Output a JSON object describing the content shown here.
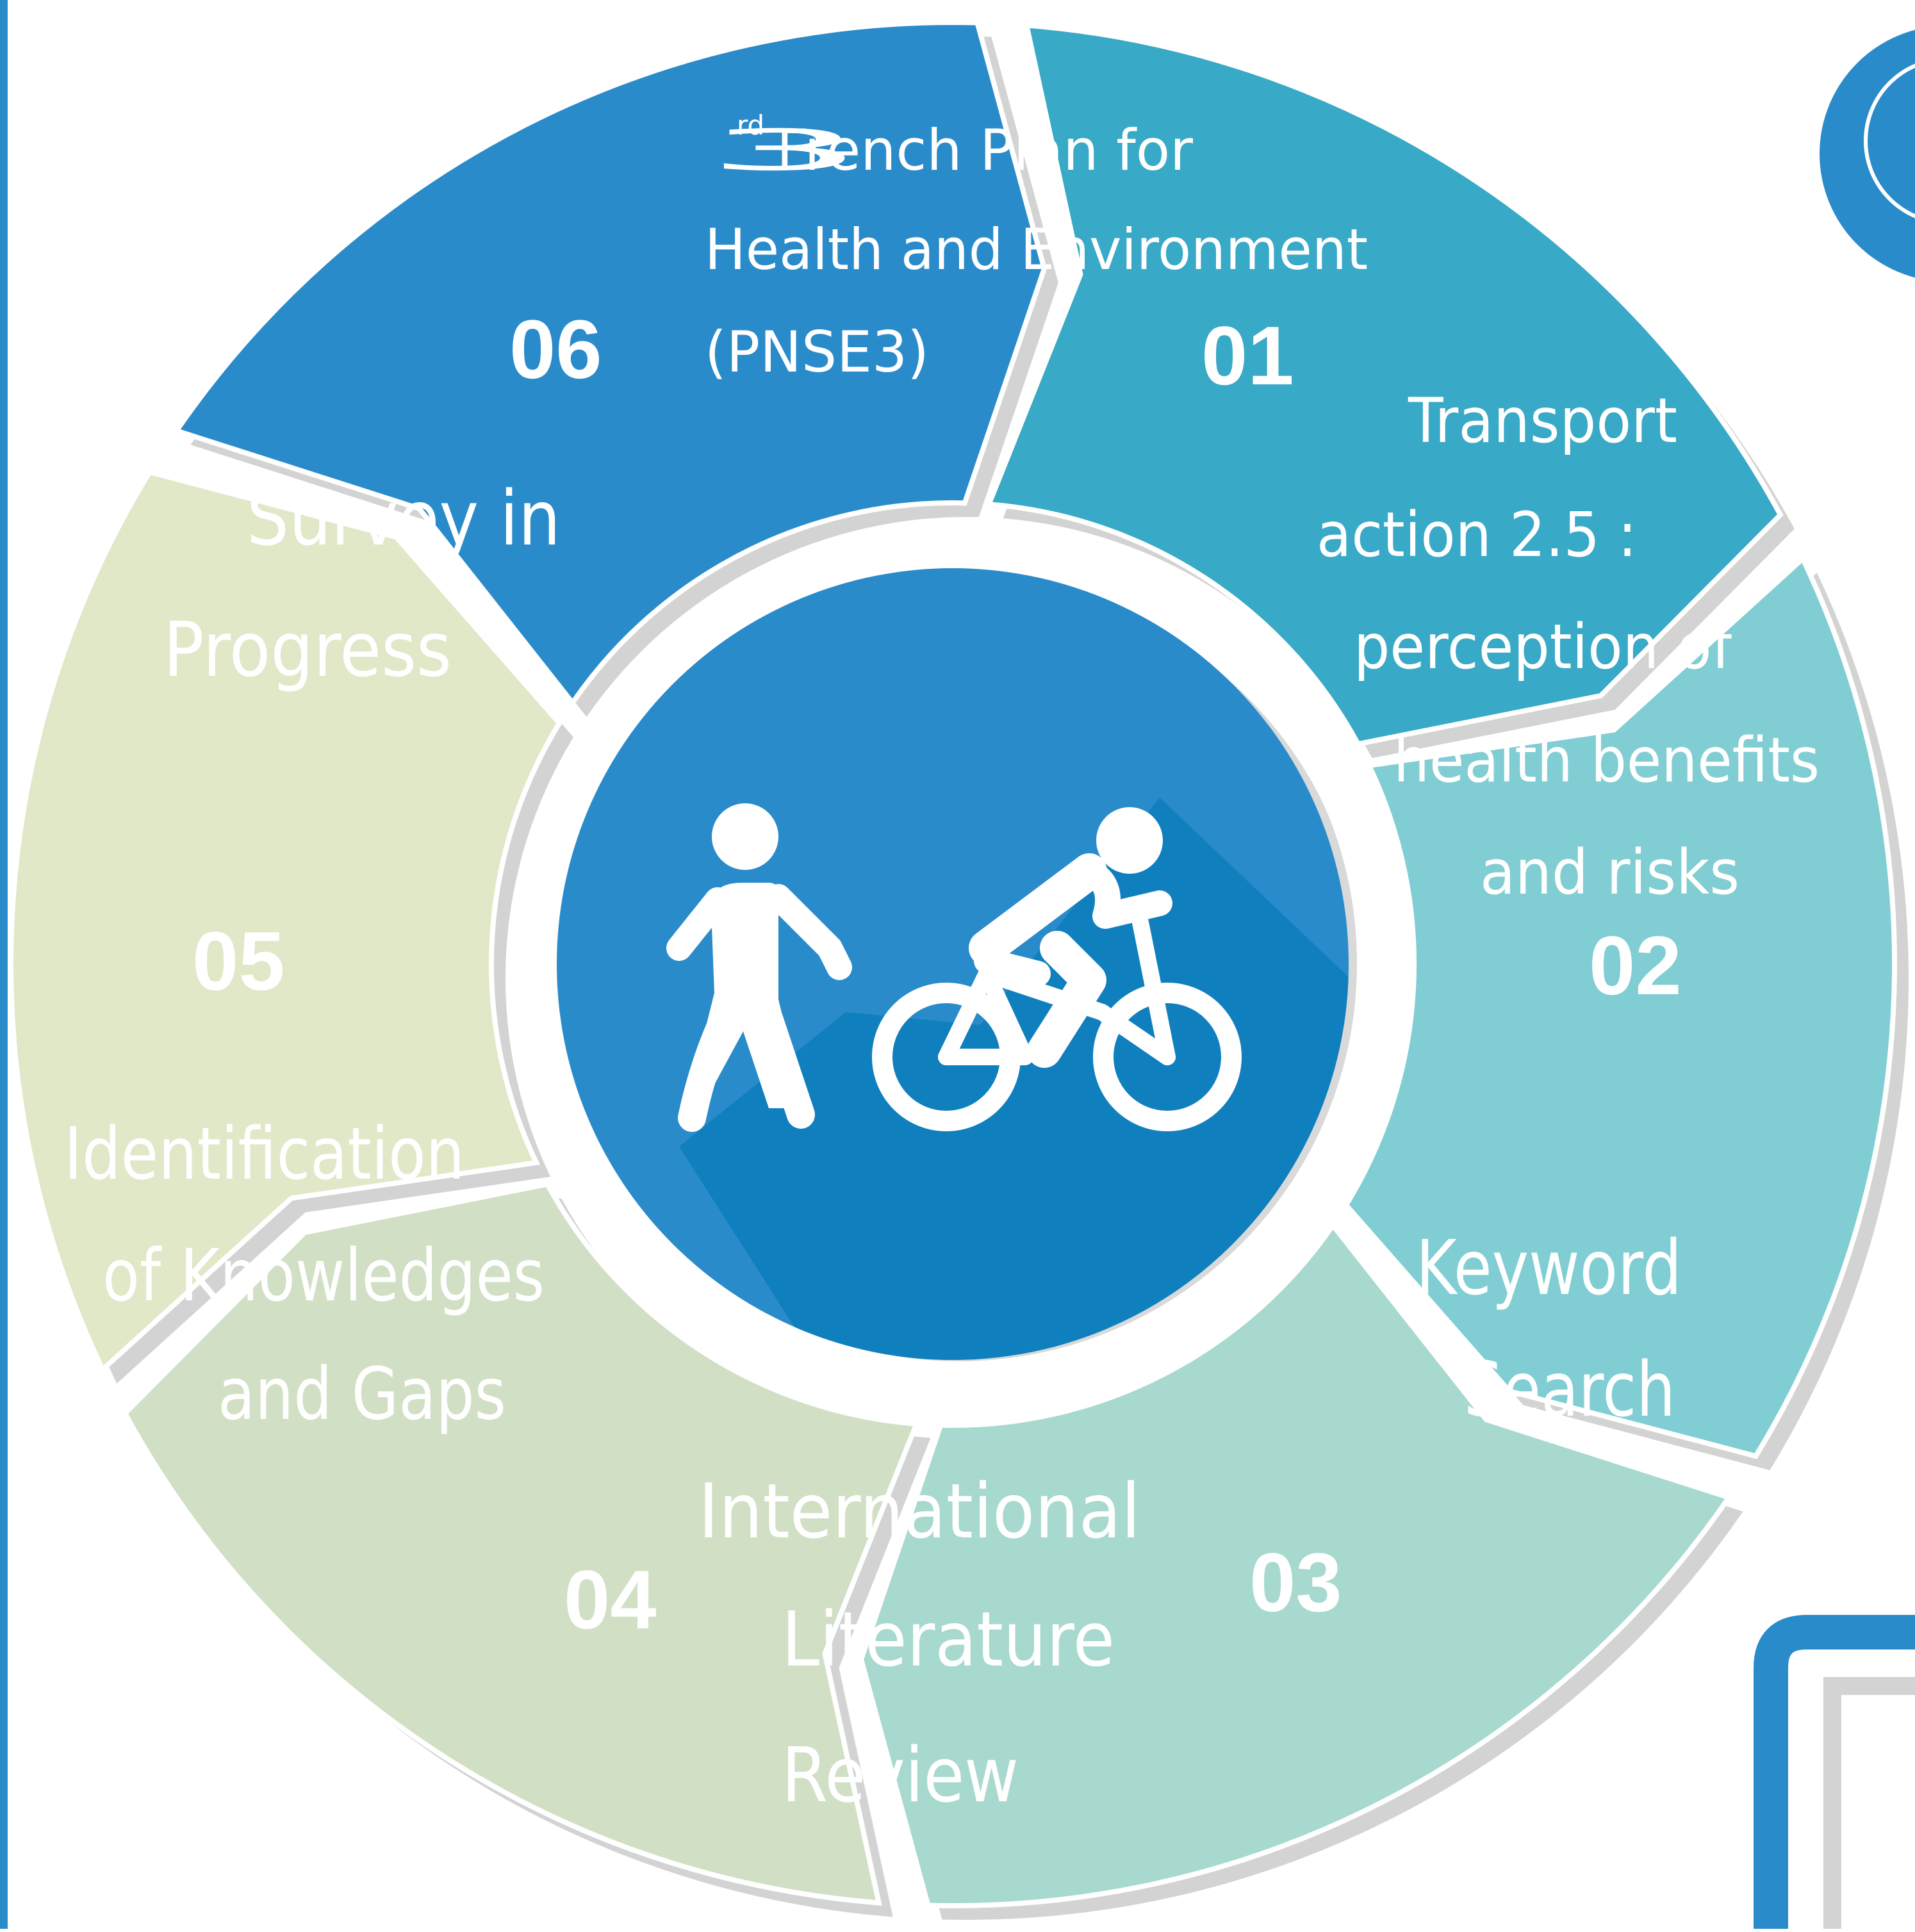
{
  "top_marker": "0",
  "colors": {
    "seg01": "#2a8bcb",
    "seg02": "#38a9c6",
    "seg03": "#80ced3",
    "seg04": "#a7d9cf",
    "seg05": "#d1e0c4",
    "seg06": "#e0e8c8",
    "shadow": "#d3d3d3",
    "center": "#2a8bcb",
    "center_shadow": "#107fbe"
  },
  "steps": [
    {
      "number": "01",
      "lines": [
        "3rd French Plan for",
        "Health and Environment",
        "(PNSE3)"
      ],
      "superscript": "rd"
    },
    {
      "number": "02",
      "lines": [
        "Transport",
        "action 2.5 :",
        "perception of",
        "health benefits",
        "and risks"
      ]
    },
    {
      "number": "03",
      "lines": [
        "Keyword",
        "Search"
      ]
    },
    {
      "number": "04",
      "lines": [
        "International",
        "Literature",
        "Review"
      ]
    },
    {
      "number": "05",
      "lines": [
        "Identification",
        "of Knowledges",
        "and Gaps"
      ]
    },
    {
      "number": "06",
      "lines": [
        "Survey in",
        "Progress"
      ]
    }
  ],
  "center_icon": "pedestrian-and-cyclist-icon"
}
